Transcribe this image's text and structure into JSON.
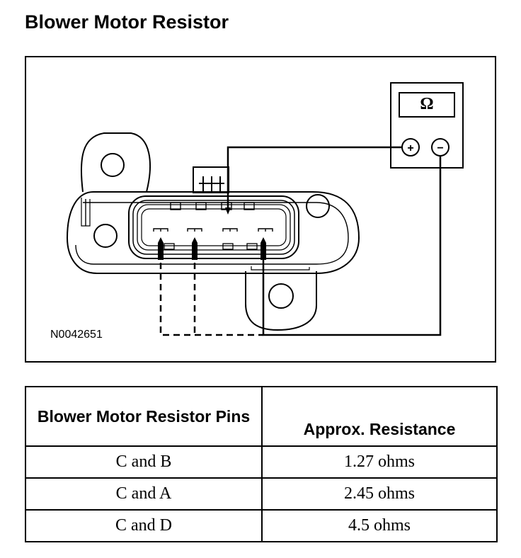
{
  "page": {
    "title": "Blower Motor Resistor"
  },
  "figure": {
    "id": "N0042651",
    "meter": {
      "unit_symbol": "Ω",
      "pos_symbol": "+",
      "neg_symbol": "−"
    }
  },
  "table": {
    "headers": [
      "Blower Motor Resistor Pins",
      "Approx. Resistance"
    ],
    "rows": [
      {
        "pins": "C and B",
        "resistance": "1.27 ohms"
      },
      {
        "pins": "C and A",
        "resistance": "2.45 ohms"
      },
      {
        "pins": "C and D",
        "resistance": "4.5 ohms"
      }
    ]
  }
}
